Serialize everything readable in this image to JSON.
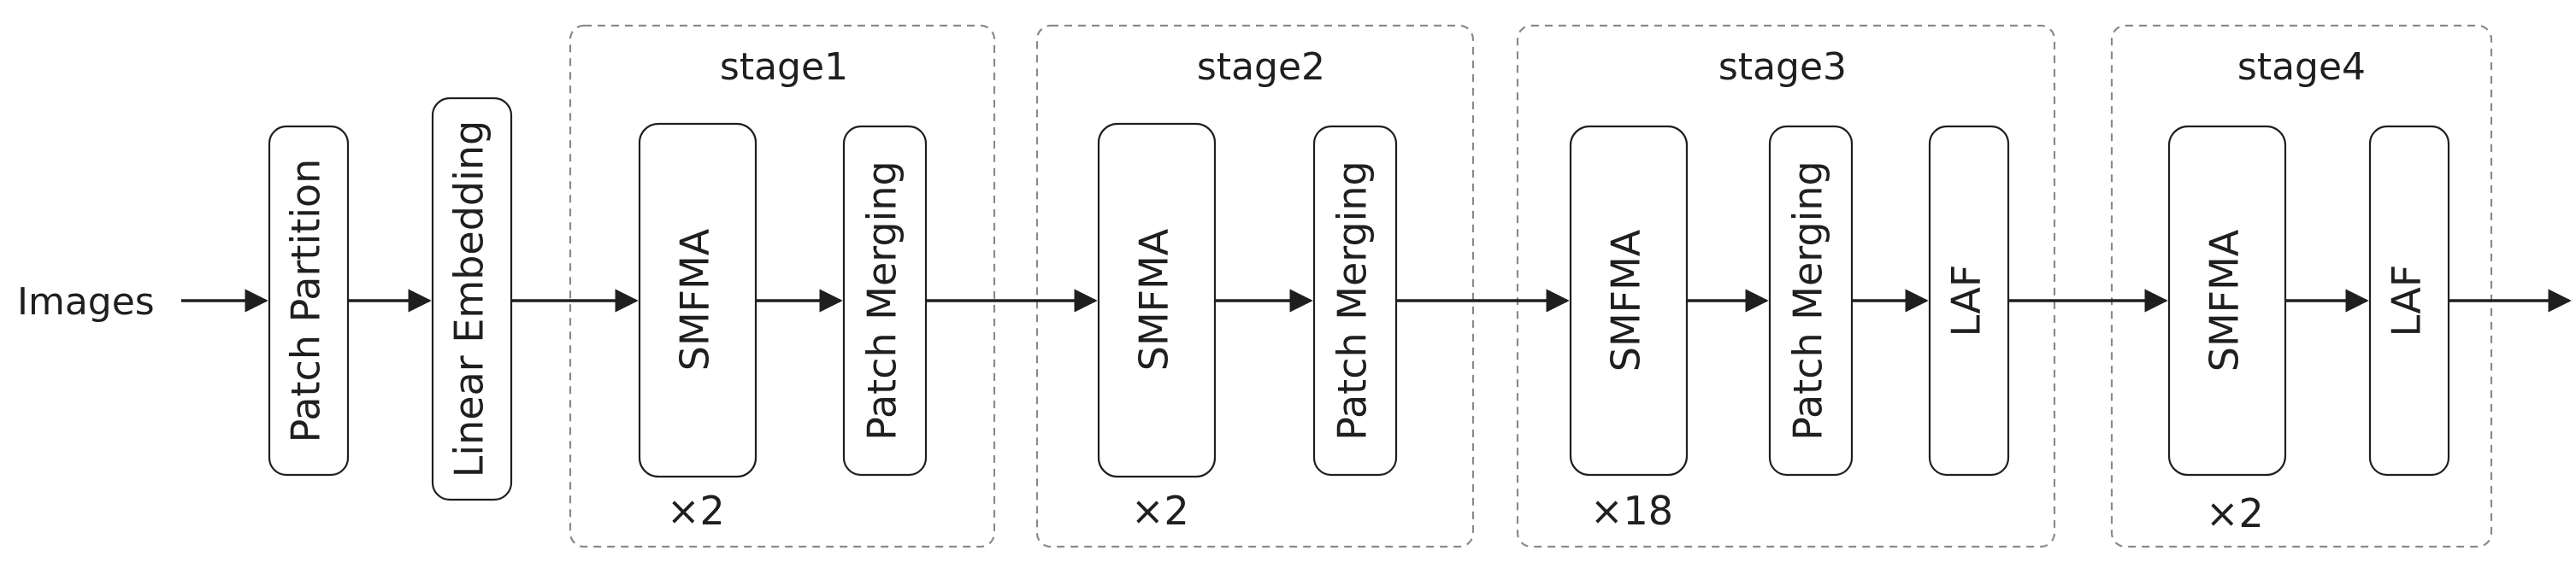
{
  "input_label": "Images",
  "blocks": {
    "patch_partition": "Patch Partition",
    "linear_embedding": "Linear Embedding"
  },
  "stages": [
    {
      "title": "stage1",
      "repeat": "×2",
      "blocks": [
        "SMFMA",
        "Patch Merging"
      ]
    },
    {
      "title": "stage2",
      "repeat": "×2",
      "blocks": [
        "SMFMA",
        "Patch Merging"
      ]
    },
    {
      "title": "stage3",
      "repeat": "×18",
      "blocks": [
        "SMFMA",
        "Patch Merging",
        "LAF"
      ]
    },
    {
      "title": "stage4",
      "repeat": "×2",
      "blocks": [
        "SMFMA",
        "LAF"
      ]
    }
  ],
  "colors": {
    "line": "#1f1f1f",
    "dashed_frame": "#8a8a8a",
    "background": "#ffffff"
  }
}
